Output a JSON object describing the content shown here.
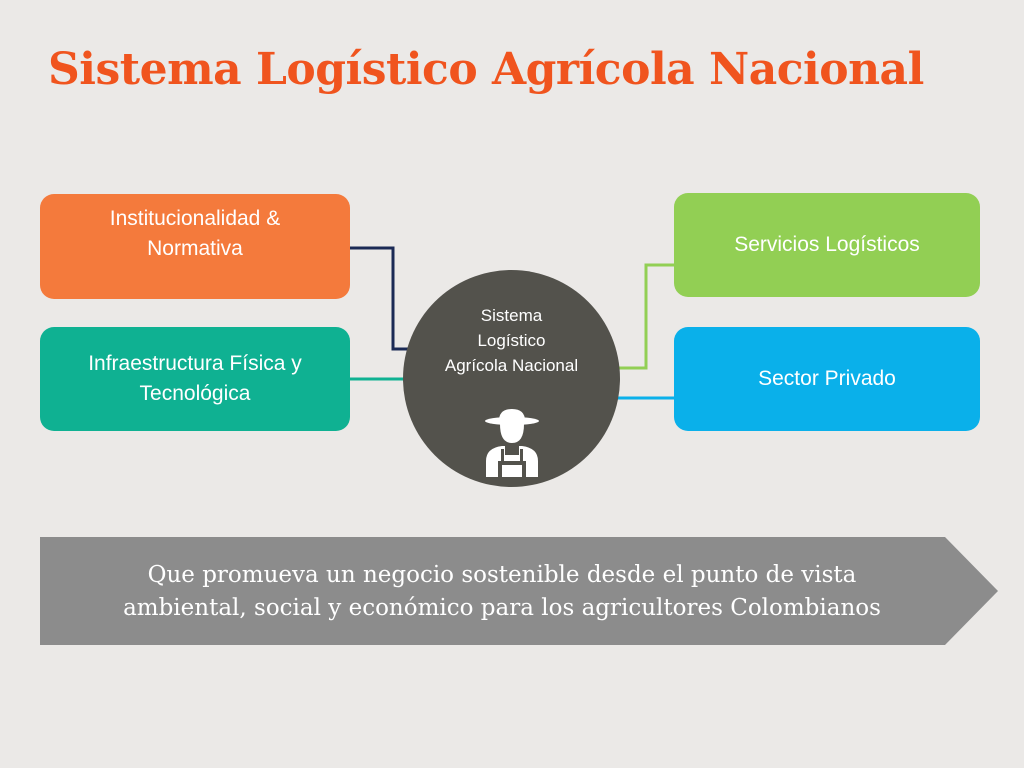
{
  "title": "Sistema Logístico Agrícola Nacional",
  "left_boxes": [
    {
      "label": "Institucionalidad &\nNormativa",
      "color": "#f47a3c"
    },
    {
      "label": "Infraestructura Física y\nTecnológica",
      "color": "#0fb192"
    }
  ],
  "right_boxes": [
    {
      "label": "Servicios Logísticos",
      "color": "#92cf54"
    },
    {
      "label": "Sector Privado",
      "color": "#0ab0ea"
    }
  ],
  "hub": {
    "label": "Sistema\nLogístico\nAgrícola Nacional",
    "icon": "farmer-icon",
    "color": "#53524c"
  },
  "banner": {
    "text": "Que promueva  un negocio sostenible desde el punto de vista\nambiental, social y económico para los agricultores Colombianos",
    "color": "#8c8c8c"
  },
  "colors": {
    "title": "#f0541e",
    "background": "#ebe9e7",
    "connector_institucionalidad": "#1b2a55"
  }
}
